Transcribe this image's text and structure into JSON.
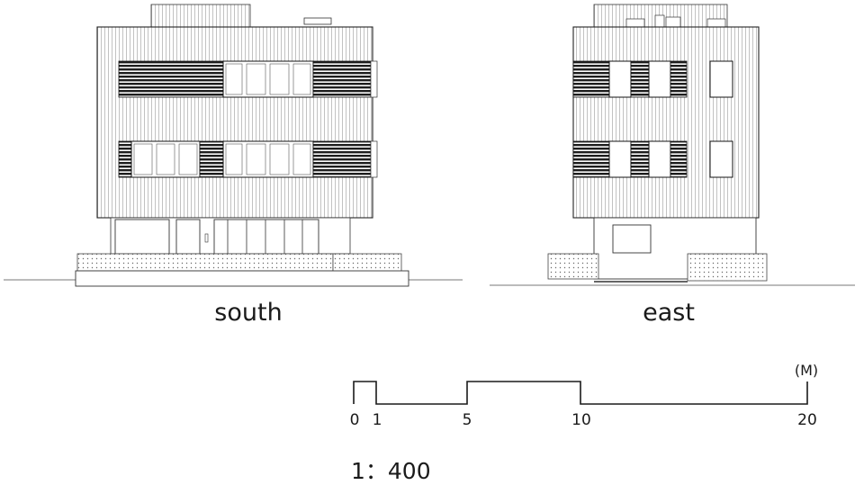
{
  "elevations": {
    "south": {
      "label": "south"
    },
    "east": {
      "label": "east"
    }
  },
  "scale_bar": {
    "unit": "(M)",
    "ticks": [
      "0",
      "1",
      "5",
      "10",
      "20"
    ],
    "ratio": "1：400"
  }
}
